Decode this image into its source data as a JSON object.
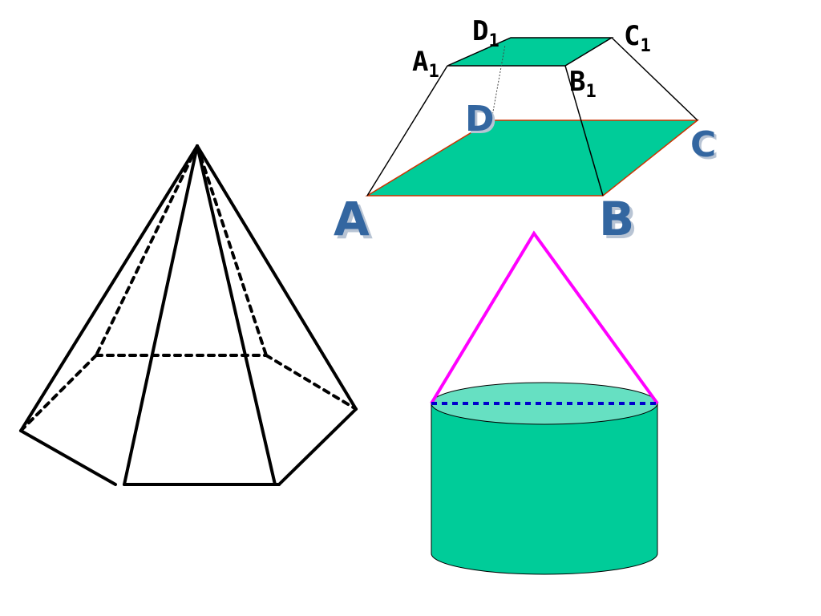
{
  "colors": {
    "face_green": "#00CC99",
    "cylinder_top": "#66E0C2",
    "label_blue": "#3366A0",
    "label_shadow": "#B8C4D4",
    "cone_magenta": "#FF00FF",
    "dashed_blue": "#0000CC",
    "edge": "#000000",
    "edge_red": "#CC3300"
  },
  "frustum": {
    "top_labels": [
      {
        "base": "A",
        "sub": "1"
      },
      {
        "base": "D",
        "sub": "1"
      },
      {
        "base": "C",
        "sub": "1"
      },
      {
        "base": "B",
        "sub": "1"
      }
    ],
    "bottom_labels": {
      "a": "A",
      "b": "B",
      "c": "C",
      "d": "D"
    }
  }
}
